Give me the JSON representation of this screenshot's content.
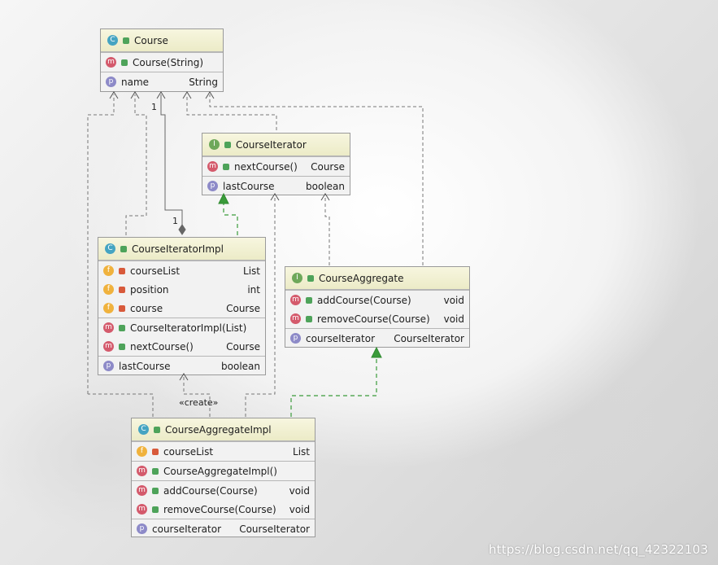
{
  "diagram": {
    "classes": {
      "course": {
        "name": "Course",
        "kind": "C",
        "rows": [
          {
            "kind": "m",
            "vis": "pub",
            "label": "Course(String)",
            "type": ""
          },
          {
            "kind": "p",
            "vis": "",
            "label": "name",
            "type": "String"
          }
        ]
      },
      "course_iterator": {
        "name": "CourseIterator",
        "kind": "I",
        "rows": [
          {
            "kind": "m",
            "vis": "pub",
            "label": "nextCourse()",
            "type": "Course"
          },
          {
            "kind": "p",
            "vis": "",
            "label": "lastCourse",
            "type": "boolean"
          }
        ]
      },
      "course_iterator_impl": {
        "name": "CourseIteratorImpl",
        "kind": "C",
        "rows": [
          {
            "kind": "f",
            "vis": "priv",
            "label": "courseList",
            "type": "List"
          },
          {
            "kind": "f",
            "vis": "priv",
            "label": "position",
            "type": "int"
          },
          {
            "kind": "f",
            "vis": "priv",
            "label": "course",
            "type": "Course"
          },
          {
            "kind": "m",
            "vis": "pub",
            "label": "CourseIteratorImpl(List)",
            "type": ""
          },
          {
            "kind": "m",
            "vis": "pub",
            "label": "nextCourse()",
            "type": "Course"
          },
          {
            "kind": "p",
            "vis": "",
            "label": "lastCourse",
            "type": "boolean"
          }
        ]
      },
      "course_aggregate": {
        "name": "CourseAggregate",
        "kind": "I",
        "rows": [
          {
            "kind": "m",
            "vis": "pub",
            "label": "addCourse(Course)",
            "type": "void"
          },
          {
            "kind": "m",
            "vis": "pub",
            "label": "removeCourse(Course)",
            "type": "void"
          },
          {
            "kind": "p",
            "vis": "",
            "label": "courseIterator",
            "type": "CourseIterator"
          }
        ]
      },
      "course_aggregate_impl": {
        "name": "CourseAggregateImpl",
        "kind": "C",
        "rows": [
          {
            "kind": "f",
            "vis": "priv",
            "label": "courseList",
            "type": "List"
          },
          {
            "kind": "m",
            "vis": "pub",
            "label": "CourseAggregateImpl()",
            "type": ""
          },
          {
            "kind": "m",
            "vis": "pub",
            "label": "addCourse(Course)",
            "type": "void"
          },
          {
            "kind": "m",
            "vis": "pub",
            "label": "removeCourse(Course)",
            "type": "void"
          },
          {
            "kind": "p",
            "vis": "",
            "label": "courseIterator",
            "type": "CourseIterator"
          }
        ]
      }
    },
    "labels": {
      "mult_top": "1",
      "mult_bottom": "1",
      "create_stereotype": "«create»"
    },
    "watermark": "https://blog.csdn.net/qq_42322103"
  }
}
